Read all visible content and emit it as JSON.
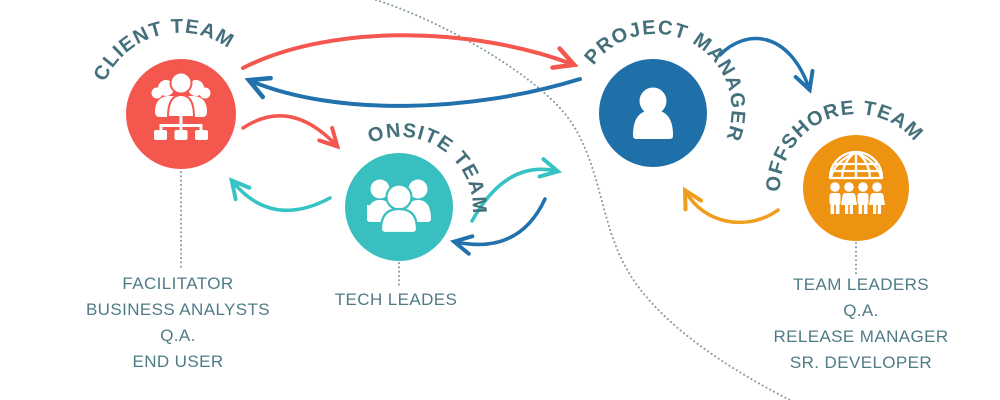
{
  "diagram_title": "onsite-offshore team communication diagram",
  "colors": {
    "client": "#f4574e",
    "onsite": "#3abfc0",
    "pm": "#1f6fa8",
    "offshore": "#ee9311",
    "arrow-red": "#f4574e",
    "arrow-teal": "#35c3c4",
    "arrow-blue": "#2171ac",
    "arrow-orange": "#f09c1d",
    "label-text": "#44707b",
    "roles-text": "#4f7b85",
    "dotted": "#869b9c"
  },
  "nodes": {
    "client": {
      "label": "CLIENT TEAM",
      "icon": "meeting-org-chart-icon"
    },
    "onsite": {
      "label": "ONSITE TEAM",
      "icon": "team-group-icon"
    },
    "pm": {
      "label": "PROJECT MANAGER",
      "icon": "person-icon"
    },
    "offshore": {
      "label": "OFFSHORE TEAM",
      "icon": "globe-team-icon"
    }
  },
  "roles": {
    "client": [
      "FACILITATOR",
      "BUSINESS ANALYSTS",
      "Q.A.",
      "END USER"
    ],
    "onsite": [
      "TECH LEADES"
    ],
    "offshore": [
      "TEAM LEADERS",
      "Q.A.",
      "RELEASE MANAGER",
      "SR. DEVELOPER"
    ]
  },
  "connections": [
    {
      "from": "client",
      "to": "pm",
      "color": "red"
    },
    {
      "from": "pm",
      "to": "client",
      "color": "blue"
    },
    {
      "from": "client",
      "to": "onsite",
      "color": "red"
    },
    {
      "from": "onsite",
      "to": "client",
      "color": "teal"
    },
    {
      "from": "onsite",
      "to": "pm",
      "color": "teal"
    },
    {
      "from": "pm",
      "to": "onsite",
      "color": "blue"
    },
    {
      "from": "pm",
      "to": "offshore",
      "color": "blue"
    },
    {
      "from": "offshore",
      "to": "pm",
      "color": "orange"
    }
  ],
  "divider": {
    "meaning": "onshore-offshore boundary",
    "style": "dotted-curve"
  }
}
